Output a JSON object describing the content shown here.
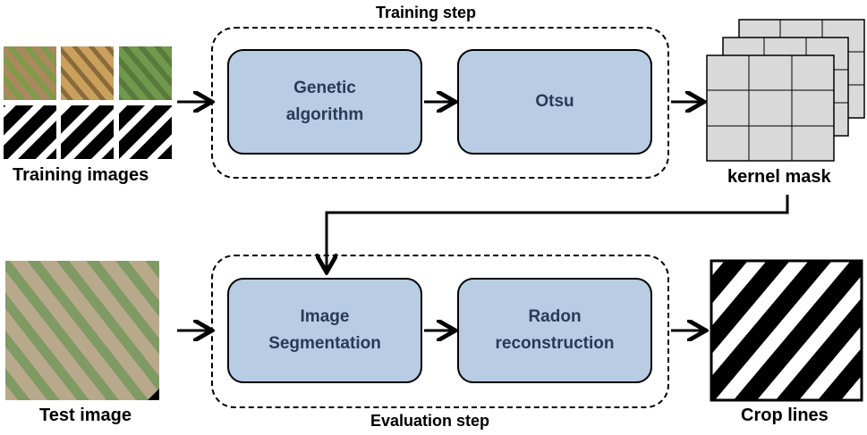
{
  "training": {
    "step_title": "Training step",
    "box1": "Genetic\nalgorithm",
    "box2": "Otsu",
    "input_label": "Training images",
    "output_label": "kernel mask"
  },
  "evaluation": {
    "step_title": "Evaluation step",
    "box1": "Image\nSegmentation",
    "box2": "Radon\nreconstruction",
    "input_label": "Test image",
    "output_label": "Crop lines"
  },
  "colors": {
    "box_fill": "#b8cce4",
    "box_text": "#2a3a55",
    "grid_fill": "#d9d9d9"
  }
}
